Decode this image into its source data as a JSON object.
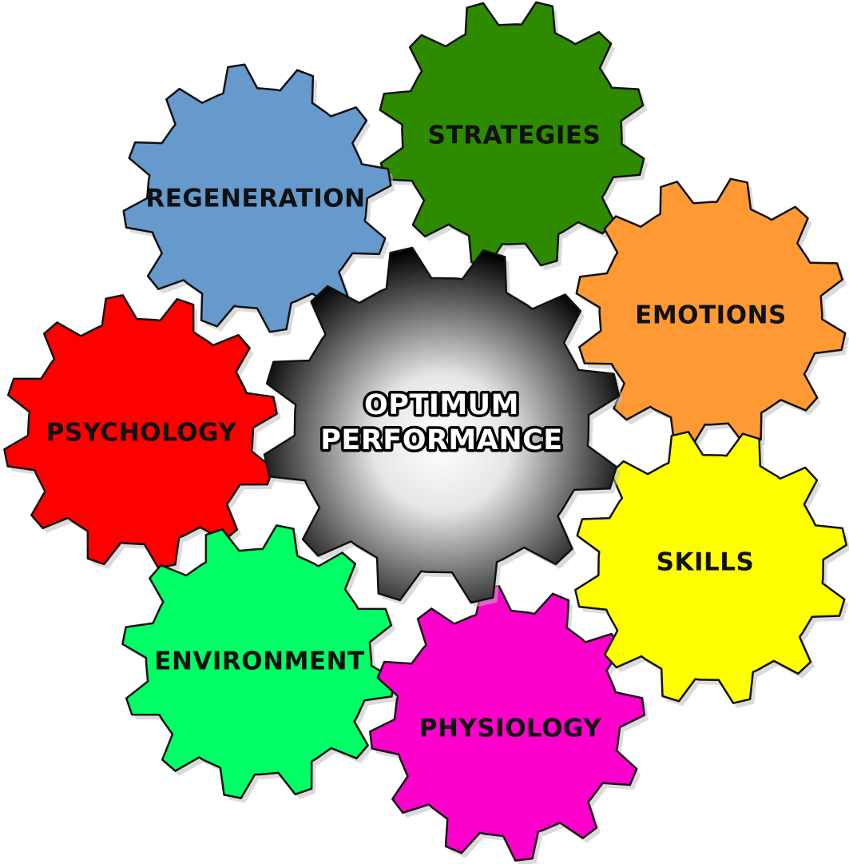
{
  "center": {
    "lines": [
      "OPTIMUM",
      "PERFORMANCE"
    ],
    "colors": {
      "inner": "#ffffff",
      "outer": "#000000"
    }
  },
  "gears": [
    {
      "id": "strategies",
      "label": "STRATEGIES",
      "color": "#2e8b00"
    },
    {
      "id": "regeneration",
      "label": "REGENERATION",
      "color": "#6699cc"
    },
    {
      "id": "emotions",
      "label": "EMOTIONS",
      "color": "#ff9933"
    },
    {
      "id": "psychology",
      "label": "PSYCHOLOGY",
      "color": "#ff0000"
    },
    {
      "id": "skills",
      "label": "SKILLS",
      "color": "#ffff00"
    },
    {
      "id": "environment",
      "label": "ENVIRONMENT",
      "color": "#00ff66"
    },
    {
      "id": "physiology",
      "label": "PHYSIOLOGY",
      "color": "#ff00cc"
    }
  ]
}
